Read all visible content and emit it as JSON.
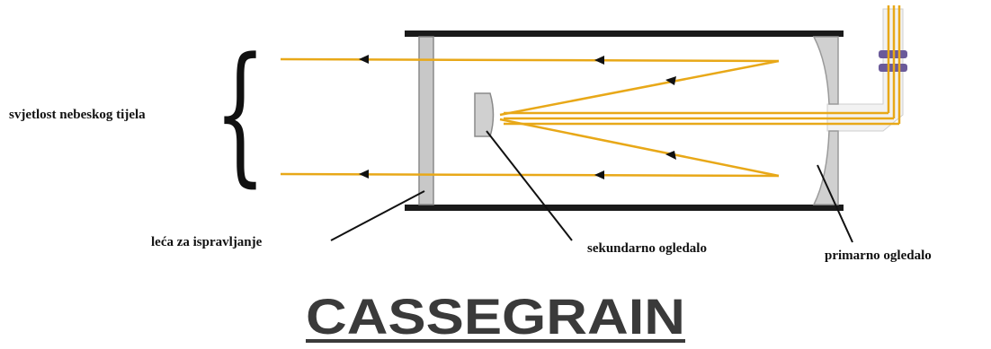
{
  "title": "CASSEGRAIN",
  "labels": {
    "light_source": "svjetlost nebeskog tijela",
    "corrector_lens": "leća za ispravljanje",
    "secondary_mirror": "sekundarno ogledalo",
    "primary_mirror": "primarno ogledalo"
  },
  "colors": {
    "light_ray": "#e8a818",
    "tube": "#1a1a1a",
    "lens": "#c8c8c8",
    "mirror": "#d0d0d0",
    "eyepiece": "#6a5a9a"
  }
}
